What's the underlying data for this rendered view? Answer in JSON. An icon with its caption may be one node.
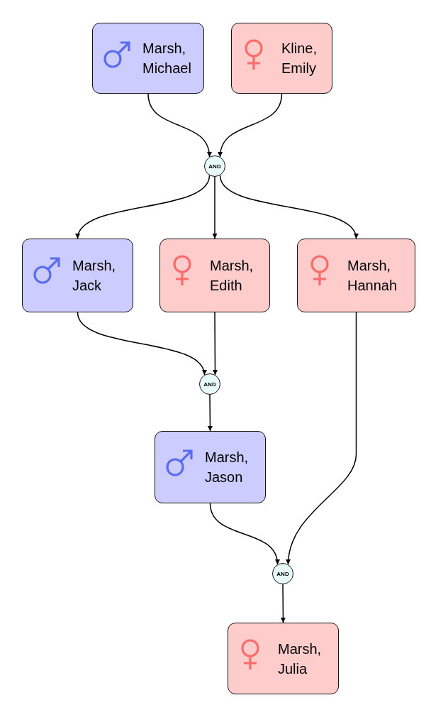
{
  "diagram": {
    "nodes": [
      {
        "text": [
          "Marsh, Michael"
        ]
      },
      {
        "text": [
          "Kline, Emily"
        ]
      },
      {
        "text": [
          "AND"
        ]
      },
      {
        "text": [
          "Marsh, Jack"
        ]
      },
      {
        "text": [
          "Marsh, Edith"
        ]
      },
      {
        "text": [
          "Marsh, Hannah"
        ]
      },
      {
        "text": [
          "AND"
        ]
      },
      {
        "text": [
          "Marsh, Jason"
        ]
      },
      {
        "text": [
          "AND"
        ]
      },
      {
        "text": [
          "Marsh, Julia"
        ]
      }
    ],
    "edges": [
      {
        "from": 0,
        "to": 2,
        "arrow": "to"
      },
      {
        "from": 1,
        "to": 2,
        "arrow": "to"
      },
      {
        "from": 2,
        "to": 3,
        "arrow": "to"
      },
      {
        "from": 2,
        "to": 4,
        "arrow": "to"
      },
      {
        "from": 2,
        "to": 5,
        "arrow": "to"
      },
      {
        "from": 3,
        "to": 6,
        "arrow": "to"
      },
      {
        "from": 4,
        "to": 6,
        "arrow": "to"
      },
      {
        "from": 6,
        "to": 7,
        "arrow": "to"
      },
      {
        "from": 7,
        "to": 8,
        "arrow": "to"
      },
      {
        "from": 5,
        "to": 8,
        "arrow": "to"
      },
      {
        "from": 8,
        "to": 9,
        "arrow": "to"
      }
    ]
  }
}
